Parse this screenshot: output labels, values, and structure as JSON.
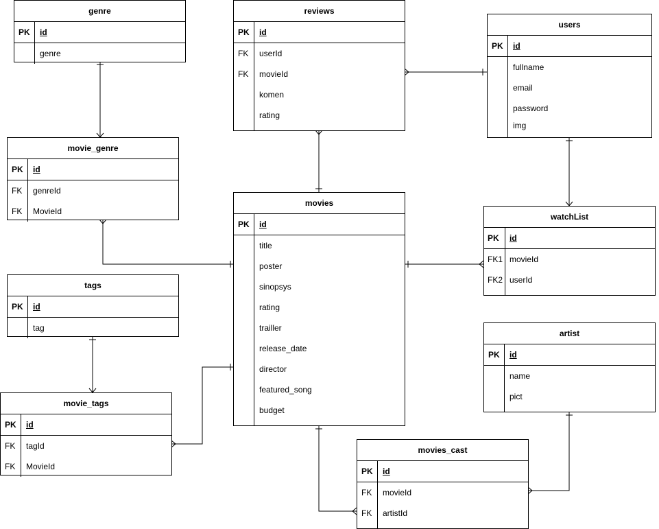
{
  "entities": {
    "genre": {
      "name": "genre",
      "rows": [
        {
          "key": "PK",
          "field": "id"
        },
        {
          "key": "",
          "field": "genre"
        }
      ]
    },
    "reviews": {
      "name": "reviews",
      "rows": [
        {
          "key": "PK",
          "field": "id"
        },
        {
          "key": "FK",
          "field": "userId"
        },
        {
          "key": "FK",
          "field": "movieId"
        },
        {
          "key": "",
          "field": "komen"
        },
        {
          "key": "",
          "field": "rating"
        }
      ]
    },
    "users": {
      "name": "users",
      "rows": [
        {
          "key": "PK",
          "field": "id"
        },
        {
          "key": "",
          "field": "fullname"
        },
        {
          "key": "",
          "field": "email"
        },
        {
          "key": "",
          "field": "password"
        },
        {
          "key": "",
          "field": "img"
        }
      ]
    },
    "movie_genre": {
      "name": "movie_genre",
      "rows": [
        {
          "key": "PK",
          "field": "id"
        },
        {
          "key": "FK",
          "field": "genreId"
        },
        {
          "key": "FK",
          "field": "MovieId"
        }
      ]
    },
    "movies": {
      "name": "movies",
      "rows": [
        {
          "key": "PK",
          "field": "id"
        },
        {
          "key": "",
          "field": "title"
        },
        {
          "key": "",
          "field": "poster"
        },
        {
          "key": "",
          "field": "sinopsys"
        },
        {
          "key": "",
          "field": "rating"
        },
        {
          "key": "",
          "field": "trailler"
        },
        {
          "key": "",
          "field": "release_date"
        },
        {
          "key": "",
          "field": "director"
        },
        {
          "key": "",
          "field": "featured_song"
        },
        {
          "key": "",
          "field": "budget"
        }
      ]
    },
    "watchList": {
      "name": "watchList",
      "rows": [
        {
          "key": "PK",
          "field": "id"
        },
        {
          "key": "FK1",
          "field": "movieId"
        },
        {
          "key": "FK2",
          "field": "userId"
        }
      ]
    },
    "tags": {
      "name": "tags",
      "rows": [
        {
          "key": "PK",
          "field": "id"
        },
        {
          "key": "",
          "field": "tag"
        }
      ]
    },
    "artist": {
      "name": "artist",
      "rows": [
        {
          "key": "PK",
          "field": "id"
        },
        {
          "key": "",
          "field": "name"
        },
        {
          "key": "",
          "field": "pict"
        }
      ]
    },
    "movie_tags": {
      "name": "movie_tags",
      "rows": [
        {
          "key": "PK",
          "field": "id"
        },
        {
          "key": "FK",
          "field": "tagId"
        },
        {
          "key": "FK",
          "field": "MovieId"
        }
      ]
    },
    "movies_cast": {
      "name": "movies_cast",
      "rows": [
        {
          "key": "PK",
          "field": "id"
        },
        {
          "key": "FK",
          "field": "movieId"
        },
        {
          "key": "FK",
          "field": "artistId"
        }
      ]
    }
  },
  "relationships": [
    {
      "from": "genre",
      "from_end": "one",
      "to": "movie_genre",
      "to_end": "many"
    },
    {
      "from": "reviews",
      "from_end": "many",
      "to": "users",
      "to_end": "one"
    },
    {
      "from": "reviews",
      "from_end": "many",
      "to": "movies",
      "to_end": "one"
    },
    {
      "from": "movie_genre",
      "from_end": "many",
      "to": "movies",
      "to_end": "one"
    },
    {
      "from": "users",
      "from_end": "one",
      "to": "watchList",
      "to_end": "many"
    },
    {
      "from": "movies",
      "from_end": "one",
      "to": "watchList",
      "to_end": "many"
    },
    {
      "from": "tags",
      "from_end": "one",
      "to": "movie_tags",
      "to_end": "many"
    },
    {
      "from": "movie_tags",
      "from_end": "many",
      "to": "movies",
      "to_end": "one"
    },
    {
      "from": "movies",
      "from_end": "one",
      "to": "movies_cast",
      "to_end": "many"
    },
    {
      "from": "artist",
      "from_end": "one",
      "to": "movies_cast",
      "to_end": "many"
    }
  ]
}
